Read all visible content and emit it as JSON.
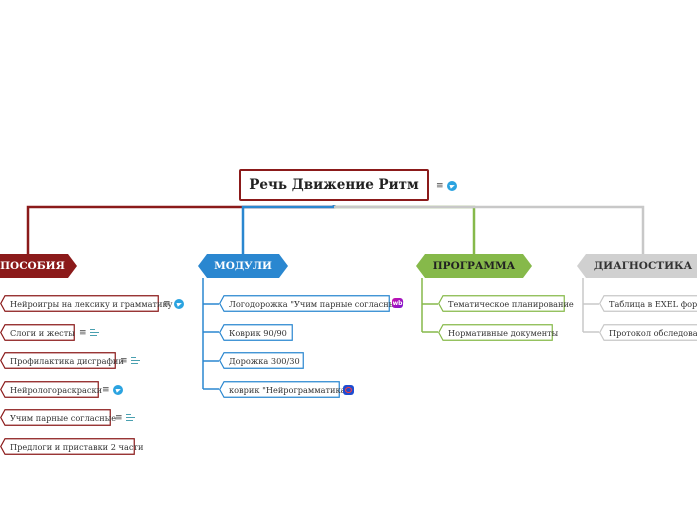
{
  "root": {
    "label": "Речь Движение Ритм"
  },
  "colors": {
    "posobiya": "#8b1a1a",
    "moduli": "#2a87d0",
    "programma": "#86b94a",
    "diagnostika": "#c8c8c8",
    "root_border": "#8b1a1a"
  },
  "branches": {
    "posobiya": {
      "label": "ПОСОБИЯ",
      "items": [
        "Нейроигры на лексику и грамматику",
        "Слоги и жесты",
        "Профилактика дисграфии",
        "Нейрологораскраски",
        "Учим парные согласные",
        "Предлоги и приставки 2 части"
      ]
    },
    "moduli": {
      "label": "МОДУЛИ",
      "items": [
        "Логодорожка \"Учим парные согласные\"",
        "Коврик 90/90",
        "Дорожка 300/30",
        "коврик \"Нейрограмматика\""
      ]
    },
    "programma": {
      "label": "ПРОГРАММА",
      "items": [
        "Тематическое планирование",
        "Нормативные документы"
      ]
    },
    "diagnostika": {
      "label": "ДИАГНОСТИКА",
      "items": [
        "Таблица в EXEL форм",
        "Протокол обследовани"
      ]
    }
  },
  "icons": {
    "notes": "notes-icon",
    "telegram": "telegram-icon",
    "wildberries": {
      "name": "wildberries-icon",
      "text": "wb"
    },
    "ozon": "ozon-icon",
    "document": "document-icon"
  }
}
